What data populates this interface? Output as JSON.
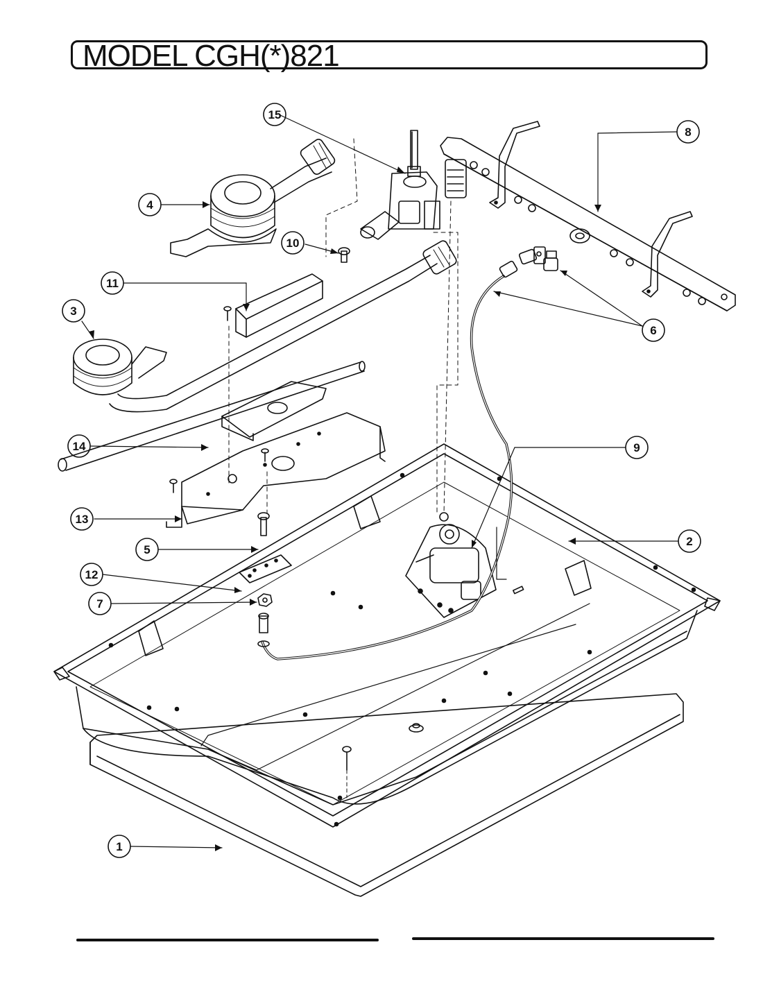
{
  "title": "MODEL CGH(*)821",
  "callouts": {
    "c1": "1",
    "c2": "2",
    "c3": "3",
    "c4": "4",
    "c5": "5",
    "c6": "6",
    "c7": "7",
    "c8": "8",
    "c9": "9",
    "c10": "10",
    "c11": "11",
    "c12": "12",
    "c13": "13",
    "c14": "14",
    "c15": "15"
  },
  "colors": {
    "line": "#111111",
    "paper": "#ffffff"
  }
}
